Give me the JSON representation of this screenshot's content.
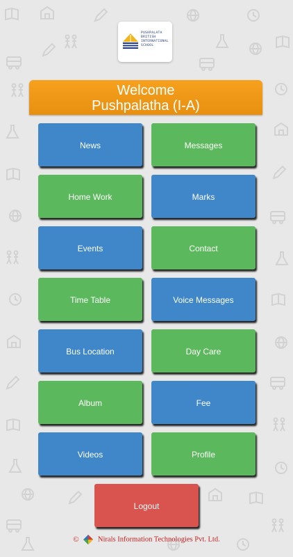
{
  "school": {
    "logo_lines": [
      "PUSHPALATA",
      "BRITISH",
      "INTERNATIONAL",
      "SCHOOL"
    ]
  },
  "welcome": {
    "line1": "Welcome",
    "line2": "Pushpalatha (I-A)"
  },
  "menu": {
    "news": "News",
    "messages": "Messages",
    "homework": "Home Work",
    "marks": "Marks",
    "events": "Events",
    "contact": "Contact",
    "timetable": "Time Table",
    "voice_messages": "Voice Messages",
    "bus_location": "Bus Location",
    "day_care": "Day Care",
    "album": "Album",
    "fee": "Fee",
    "videos": "Videos",
    "profile": "Profile",
    "logout": "Logout"
  },
  "footer": {
    "copyright_symbol": "©",
    "company": "Nirals Information Technologies Pvt. Ltd."
  },
  "colors": {
    "blue_button": "#3f87c9",
    "green_button": "#5cb85c",
    "logout_button": "#d9534f",
    "banner": "#f6a11e",
    "footer_text": "#c61c1c"
  },
  "icons": {
    "background": "school-doodle-pattern",
    "school_logo": "book-emblem-icon",
    "footer_logo": "nirals-logo-icon"
  }
}
